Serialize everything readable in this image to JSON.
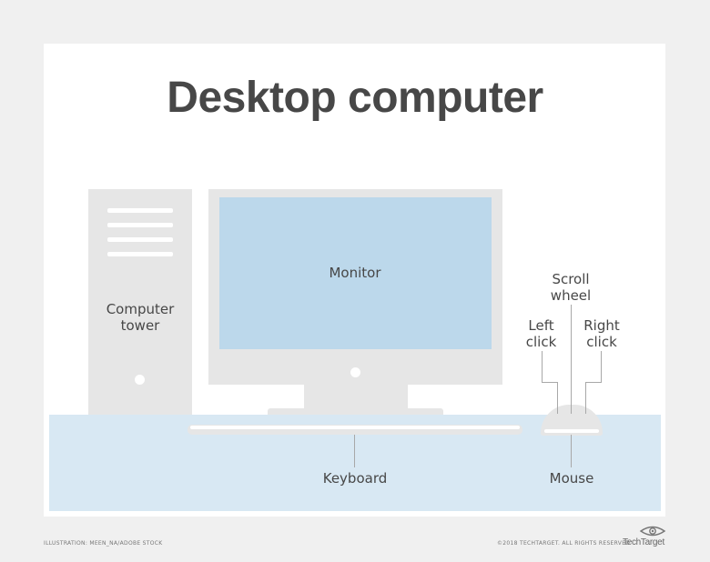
{
  "title": "Desktop computer",
  "labels": {
    "computer_tower": "Computer\ntower",
    "monitor": "Monitor",
    "scroll_wheel": "Scroll\nwheel",
    "left_click": "Left\nclick",
    "right_click": "Right\nclick",
    "keyboard": "Keyboard",
    "mouse": "Mouse"
  },
  "footer": {
    "credit": "ILLUSTRATION: MEEN_NA/ADOBE STOCK",
    "copyright": "©2018 TECHTARGET. ALL RIGHTS RESERVED",
    "logo": "TechTarget"
  },
  "colors": {
    "background": "#f0f0f0",
    "card": "#ffffff",
    "hardware": "#e6e6e6",
    "screen": "#bcd8eb",
    "desk": "#d8e8f3",
    "text": "#474747"
  }
}
